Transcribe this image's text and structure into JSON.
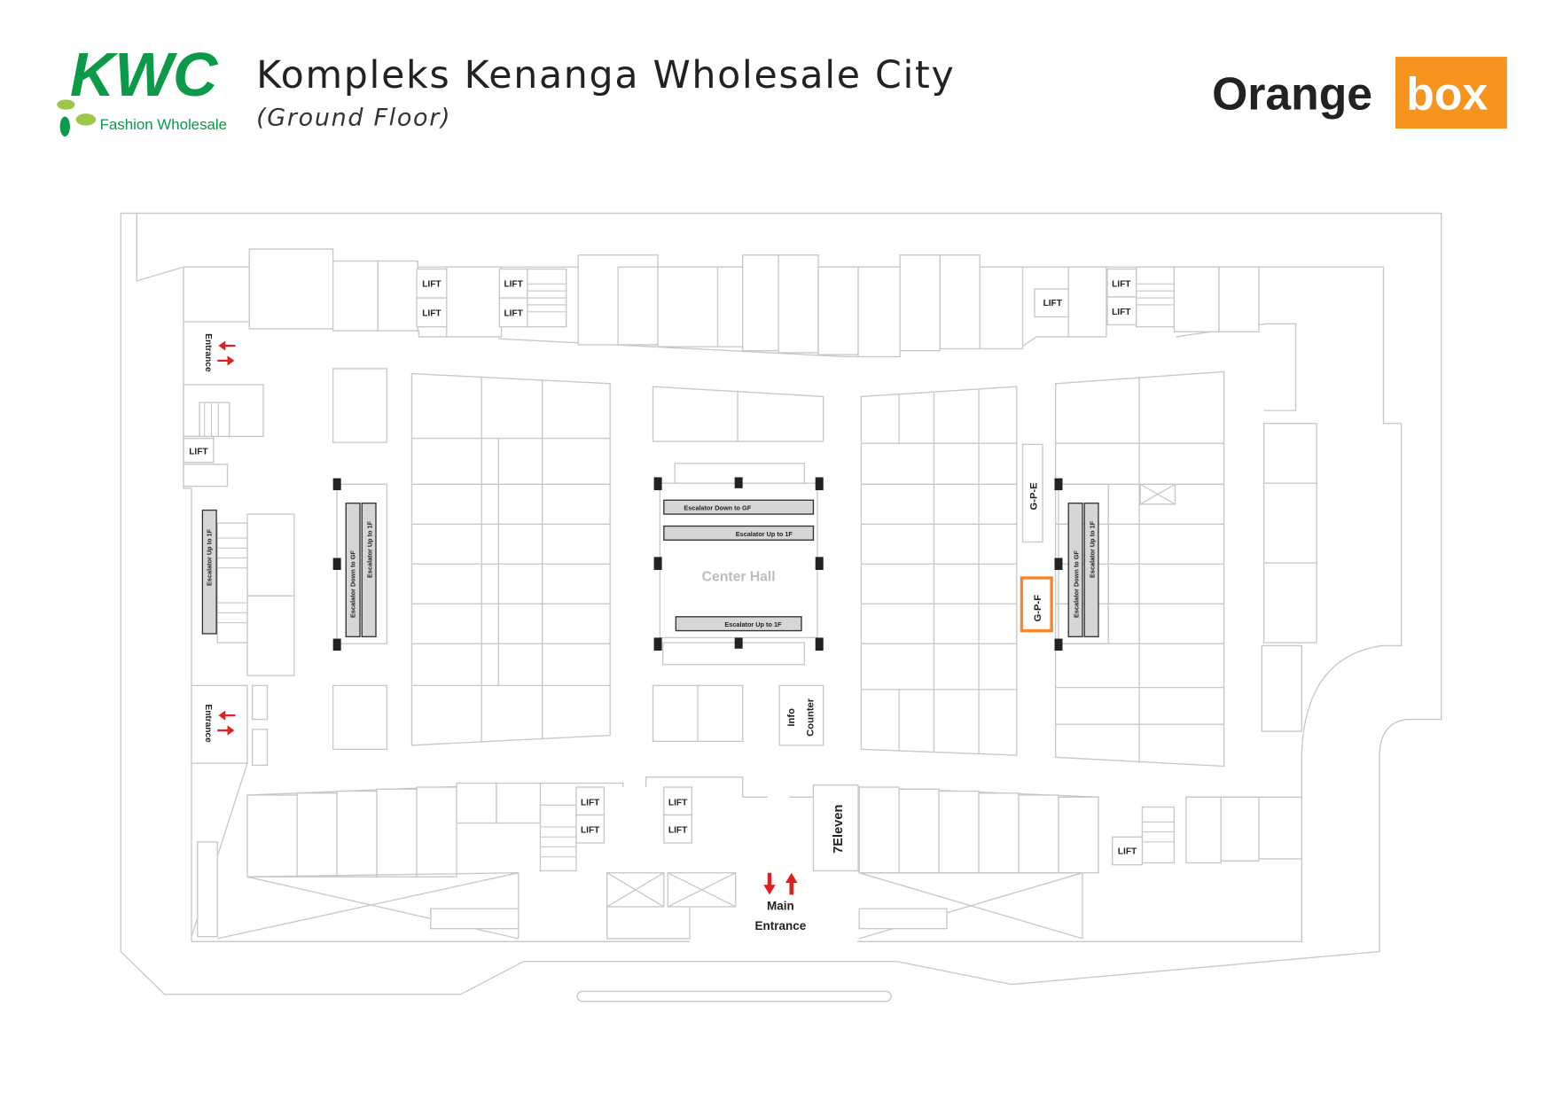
{
  "header": {
    "title": "Kompleks Kenanga Wholesale City",
    "subtitle": "(Ground Floor)",
    "kwc_logo": {
      "letters": "KWC",
      "tagline": "Fashion Wholesale",
      "color": "#0a9a48",
      "leaf_color": "#9cc84a"
    },
    "orangebox_logo": {
      "word1": "Orange",
      "word2": "box",
      "color": "#f7941d"
    }
  },
  "map": {
    "lift_label": "LIFT",
    "entrance_label": "Entrance",
    "escalator_down_gf": "Escalator Down to GF",
    "escalator_up_1f": "Escalator Up to 1F",
    "center_hall": "Center Hall",
    "info_counter_line1": "Info",
    "info_counter_line2": "Counter",
    "unit_gpe": "G-P-E",
    "unit_gpf": "G-P-F",
    "highlight_color": "#f7862a",
    "seven_eleven": "7Eleven",
    "main_entrance_line1": "Main",
    "main_entrance_line2": "Entrance"
  }
}
